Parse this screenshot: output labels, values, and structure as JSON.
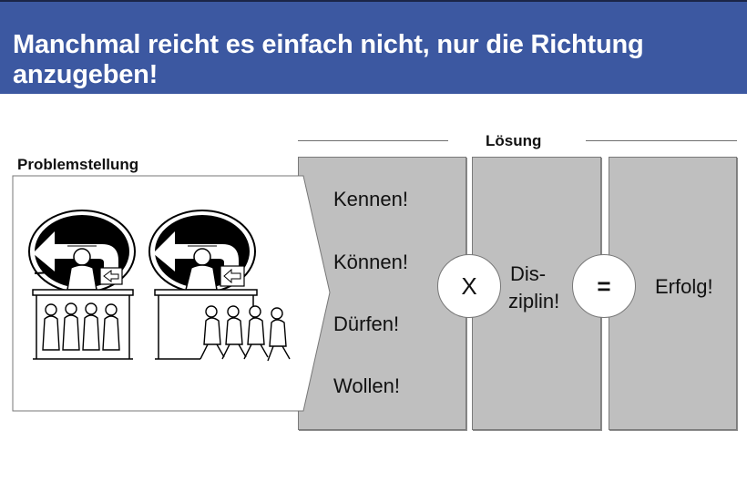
{
  "slide": {
    "title": "Manchmal reicht es einfach nicht, nur die Richtung anzugeben!",
    "colors": {
      "banner": "#3c58a1",
      "banner_border": "#1b2547",
      "box_fill": "#bfbfbf",
      "box_border": "#7a7a7a"
    }
  },
  "problem": {
    "label": "Problemstellung",
    "illustrations": [
      {
        "icon": "cartoon-sign-pointing-left-static-crowd",
        "description": "Man at desk under left-arrow sign, four people standing still"
      },
      {
        "icon": "cartoon-sign-pointing-left-walking-crowd",
        "description": "Man at desk under left-arrow sign, four people walking"
      }
    ]
  },
  "solution": {
    "label": "Lösung",
    "factors": [
      "Kennen!",
      "Können!",
      "Dürfen!",
      "Wollen!"
    ],
    "multiply_symbol": "X",
    "discipline_line1": "Dis-",
    "discipline_line2": "ziplin!",
    "equals_symbol": "=",
    "result": "Erfolg!"
  }
}
